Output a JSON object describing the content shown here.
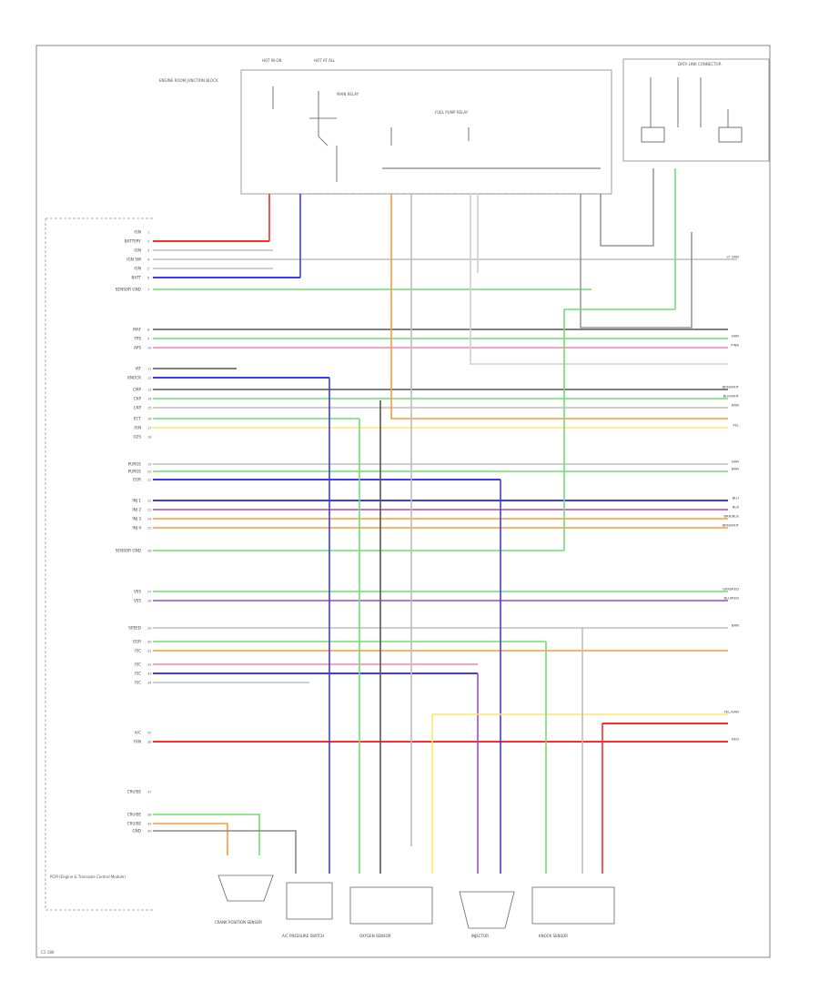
{
  "title_fragments": {
    "footer_code": "C1-180",
    "note": "PCM (Engine & Transaxle Control Module)"
  },
  "top_block": {
    "fuse_left": "HOT IN ON",
    "fuse_right": "HOT AT ALL",
    "desc": "ENGINE ROOM JUNCTION BLOCK",
    "relay_main": "MAIN RELAY",
    "relay_fuel": "FUEL PUMP RELAY"
  },
  "left_pins": [
    "IGN",
    "BATTERY",
    "IGN",
    "IGN SW",
    "IGN",
    "BATT",
    "SENSOR GND",
    "MAF",
    "TPS",
    "APS",
    "IAT",
    "KNOCK",
    "CMP",
    "CKP",
    "CKP",
    "ECT",
    "IGN",
    "O2S",
    "PURGE",
    "PURGE",
    "EGR",
    "INJ 1",
    "INJ 2",
    "INJ 3",
    "INJ 4",
    "SENSOR GND",
    "VSS",
    "VSS",
    "SPEED",
    "EGR",
    "ISC",
    "ISC",
    "ISC",
    "ISC",
    "A/C",
    "FAN",
    "CRUISE",
    "CRUISE",
    "CRUISE",
    "GND"
  ],
  "right_wire_labels": [
    "LT GRN",
    "GRN",
    "PINK",
    "BRN/WHT",
    "BLK/WHT",
    "BRN",
    "YEL",
    "GRN",
    "BRN",
    "BLU",
    "BLK",
    "BRN/BLK",
    "BRN/WHT",
    "GRN/RED",
    "BLU/RED",
    "BRN",
    "YEL/GRN",
    "RED"
  ],
  "bottom_components": [
    "CRANK POSITION SENSOR",
    "A/C PRESSURE SWITCH",
    "OXYGEN SENSOR",
    "INJECTOR",
    "KNOCK SENSOR"
  ],
  "top_right_block": "DATA LINK CONNECTOR",
  "colors": {
    "red": "#ff2a2a",
    "blue": "#3a3aff",
    "green": "#6fe06f",
    "orange": "#ff9a33",
    "pink": "#ff7fb0",
    "yellow": "#ffe66a",
    "black": "#555555",
    "grey": "#bdbdbd",
    "purple": "#9b4dc8"
  }
}
